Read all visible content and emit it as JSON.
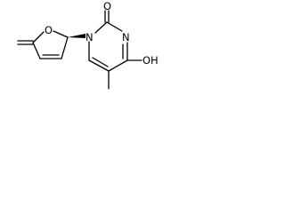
{
  "molecule": {
    "atom_labels": {
      "ring_oxygen": "O",
      "ring_nitrogen": "N",
      "imine_nitrogen": "N",
      "carbonyl_oxygen": "O",
      "hydroxyl": "OH"
    },
    "colors": {
      "bond": "#000000",
      "label": "#000000",
      "background": "#ffffff"
    }
  }
}
